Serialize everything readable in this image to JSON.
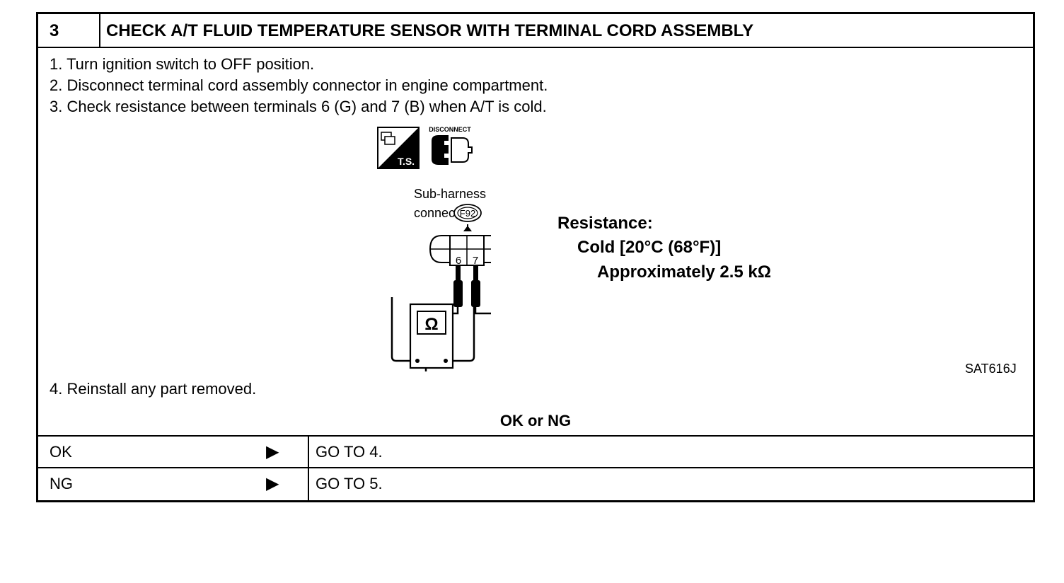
{
  "header": {
    "number": "3",
    "title": "CHECK A/T FLUID TEMPERATURE SENSOR WITH TERMINAL CORD ASSEMBLY"
  },
  "steps": [
    "1.  Turn ignition switch to OFF position.",
    "2.  Disconnect terminal cord assembly connector in engine compartment.",
    "3.  Check resistance between terminals 6 (G) and 7 (B) when A/T is cold.",
    "4.  Reinstall any part removed."
  ],
  "diagram": {
    "ts_label": "T.S.",
    "disconnect_label": "DISCONNECT",
    "connector_line1": "Sub-harness",
    "connector_line2": "connector",
    "connector_code": "F92",
    "terminal_a": "6",
    "terminal_b": "7",
    "meter_symbol": "Ω",
    "figure_code": "SAT616J"
  },
  "spec": {
    "label": "Resistance:",
    "condition": "Cold [20°C (68°F)]",
    "value": "Approximately 2.5 kΩ"
  },
  "result": {
    "question": "OK or NG",
    "rows": [
      {
        "status": "OK",
        "arrow": "▶",
        "action": "GO TO 4."
      },
      {
        "status": "NG",
        "arrow": "▶",
        "action": "GO TO 5."
      }
    ]
  }
}
